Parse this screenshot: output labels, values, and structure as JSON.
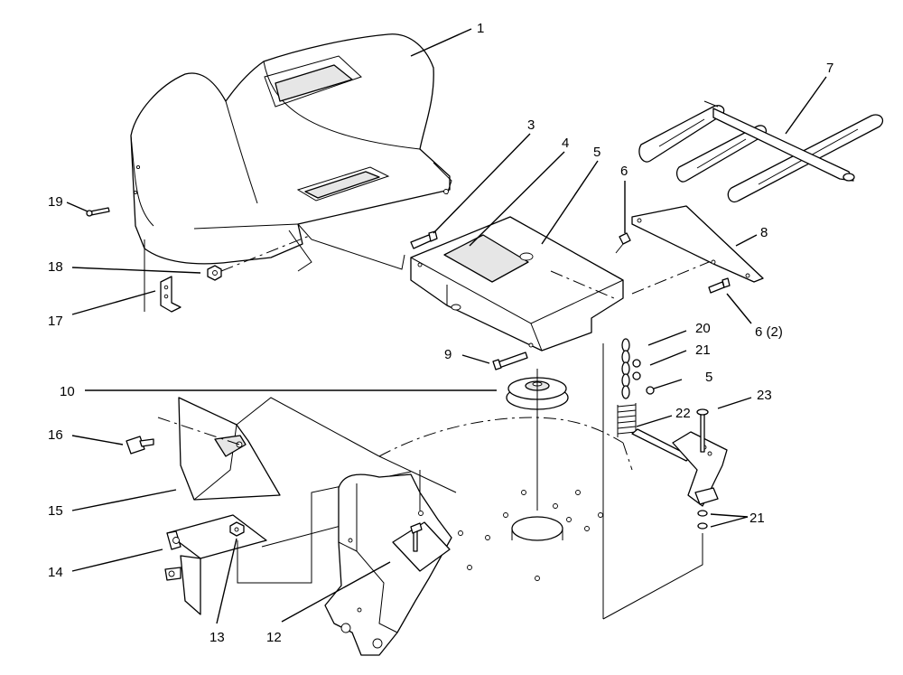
{
  "callouts": [
    {
      "id": "c1",
      "text": "1"
    },
    {
      "id": "c3",
      "text": "3"
    },
    {
      "id": "c4",
      "text": "4"
    },
    {
      "id": "c5a",
      "text": "5"
    },
    {
      "id": "c6a",
      "text": "6"
    },
    {
      "id": "c7",
      "text": "7"
    },
    {
      "id": "c8",
      "text": "8"
    },
    {
      "id": "c19",
      "text": "19"
    },
    {
      "id": "c18",
      "text": "18"
    },
    {
      "id": "c17",
      "text": "17"
    },
    {
      "id": "c6b",
      "text": "6 (2)"
    },
    {
      "id": "c20",
      "text": "20"
    },
    {
      "id": "c21a",
      "text": "21"
    },
    {
      "id": "c5b",
      "text": "5"
    },
    {
      "id": "c9",
      "text": "9"
    },
    {
      "id": "c10",
      "text": "10"
    },
    {
      "id": "c23",
      "text": "23"
    },
    {
      "id": "c22",
      "text": "22"
    },
    {
      "id": "c16",
      "text": "16"
    },
    {
      "id": "c15",
      "text": "15"
    },
    {
      "id": "c21b",
      "text": "21"
    },
    {
      "id": "c14",
      "text": "14"
    },
    {
      "id": "c13",
      "text": "13"
    },
    {
      "id": "c12",
      "text": "12"
    }
  ]
}
